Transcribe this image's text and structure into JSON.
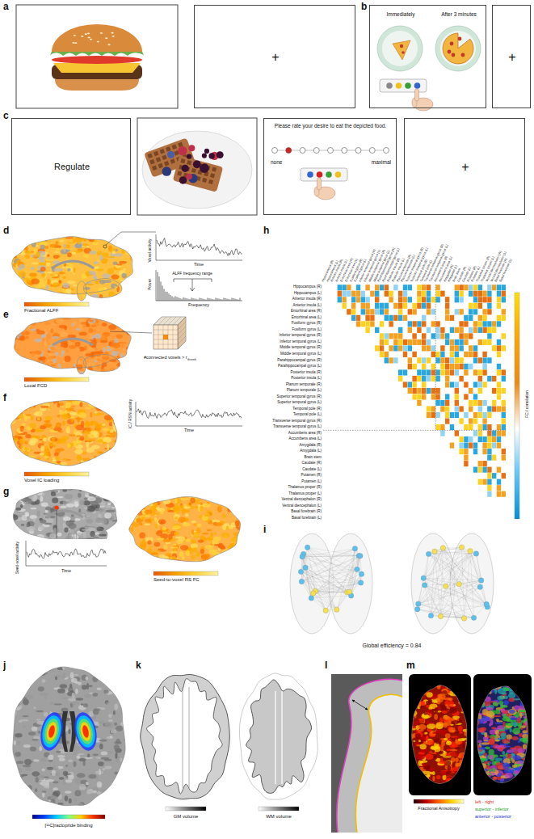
{
  "diagram": {
    "nodes": [
      {
        "text": [
          "+"
        ]
      },
      {
        "text": [
          "Immediately",
          "After 3 minutes"
        ]
      },
      {
        "text": [
          "+"
        ]
      },
      {
        "text": [
          "Regulate"
        ]
      },
      {
        "text": [
          "Please rate your desire to eat the depicted food.",
          "none",
          "maximal"
        ]
      },
      {
        "text": [
          "+"
        ]
      }
    ],
    "labels": [
      "a",
      "b",
      "c",
      "d",
      "e",
      "f",
      "g",
      "h",
      "i",
      "j",
      "k",
      "l",
      "m",
      "Voxel activity",
      "Time",
      "Power",
      "ALFF frequency range",
      "Frequency",
      "Fractional ALFF",
      "#connected voxels > r",
      "thresh",
      "Local FCD",
      "IC / RSN activity",
      "Time",
      "Voxel IC loading",
      "Seed-voxel activity",
      "Time",
      "Seed-to-voxel RS FC",
      "FC / correlation",
      "Global efficiency = 0.84",
      "[¹¹C]raclopride binding",
      "GM volume",
      "WM volume",
      "Fractional Anisotropy",
      "left - right",
      "superior - inferior",
      "anterior - posterior",
      "Hippocampus (R)",
      "Hippocampus (L)",
      "Anterior insula (R)",
      "Anterior insula (L)",
      "Entorhinal area (R)",
      "Entorhinal area (L)",
      "Fusiform gyrus (R)",
      "Fusiform gyrus (L)",
      "Inferior temporal gyrus (R)",
      "Inferior temporal gyrus (L)",
      "Middle temporal gyrus (R)",
      "Middle temporal gyrus (L)",
      "Parahippocampal gyrus (R)",
      "Parahippocampal gyrus (L)",
      "Posterior insula (R)",
      "Posterior insula (L)",
      "Planum temporale (R)",
      "Planum temporale (L)",
      "Superior temporal gyrus (R)",
      "Superior temporal gyrus (L)",
      "Temporal pole (R)",
      "Temporal pole (L)",
      "Transverse temporal gyrus (R)",
      "Transverse temporal gyrus (L)",
      "Accumbens area (R)",
      "Accumbens area (L)",
      "Amygdala (R)",
      "Amygdala (L)",
      "Brain stem",
      "Caudate (R)",
      "Caudate (L)",
      "Putamen (R)",
      "Putamen (L)",
      "Thalamus proper (R)",
      "Thalamus proper (L)",
      "Ventral diencephalon (R)",
      "Ventral diencephalon (L)",
      "Basal forebrain (R)",
      "Basal forebrain (L)",
      "Hippocampus (R)",
      "Hippocampus (L)",
      "Anterior insula (R)",
      "Anterior insula (L)",
      "Entorhinal area (R)",
      "Entorhinal area (L)",
      "Fusiform gyrus (R)",
      "Fusiform gyrus (L)",
      "Inferior temporal gyrus (R)",
      "Inferior temporal gyrus (L)",
      "Middle temporal gyrus (R)",
      "Middle temporal gyrus (L)",
      "Parahippocampal gyrus (R)",
      "Parahippocampal gyrus (L)",
      "Posterior insula (R)",
      "Posterior insula (L)",
      "Planum temporale (R)",
      "Planum temporale (L)",
      "Superior temporal gyrus (R)",
      "Superior temporal gyrus (L)",
      "Temporal pole (R)",
      "Temporal pole (L)",
      "Transverse temporal gyrus (R)",
      "Transverse temporal gyrus (L)",
      "Accumbens area (R)",
      "Accumbens area (L)",
      "Amygdala (R)",
      "Amygdala (L)",
      "Brain stem",
      "Caudate (R)",
      "Caudate (L)",
      "Putamen (R)",
      "Putamen (L)",
      "Thalamus proper (R)",
      "Thalamus proper (L)",
      "Ventral diencephalon (R)",
      "Ventral diencephalon (L)",
      "Basal forebrain (R)",
      "Basal forebrain (L)"
    ]
  }
}
